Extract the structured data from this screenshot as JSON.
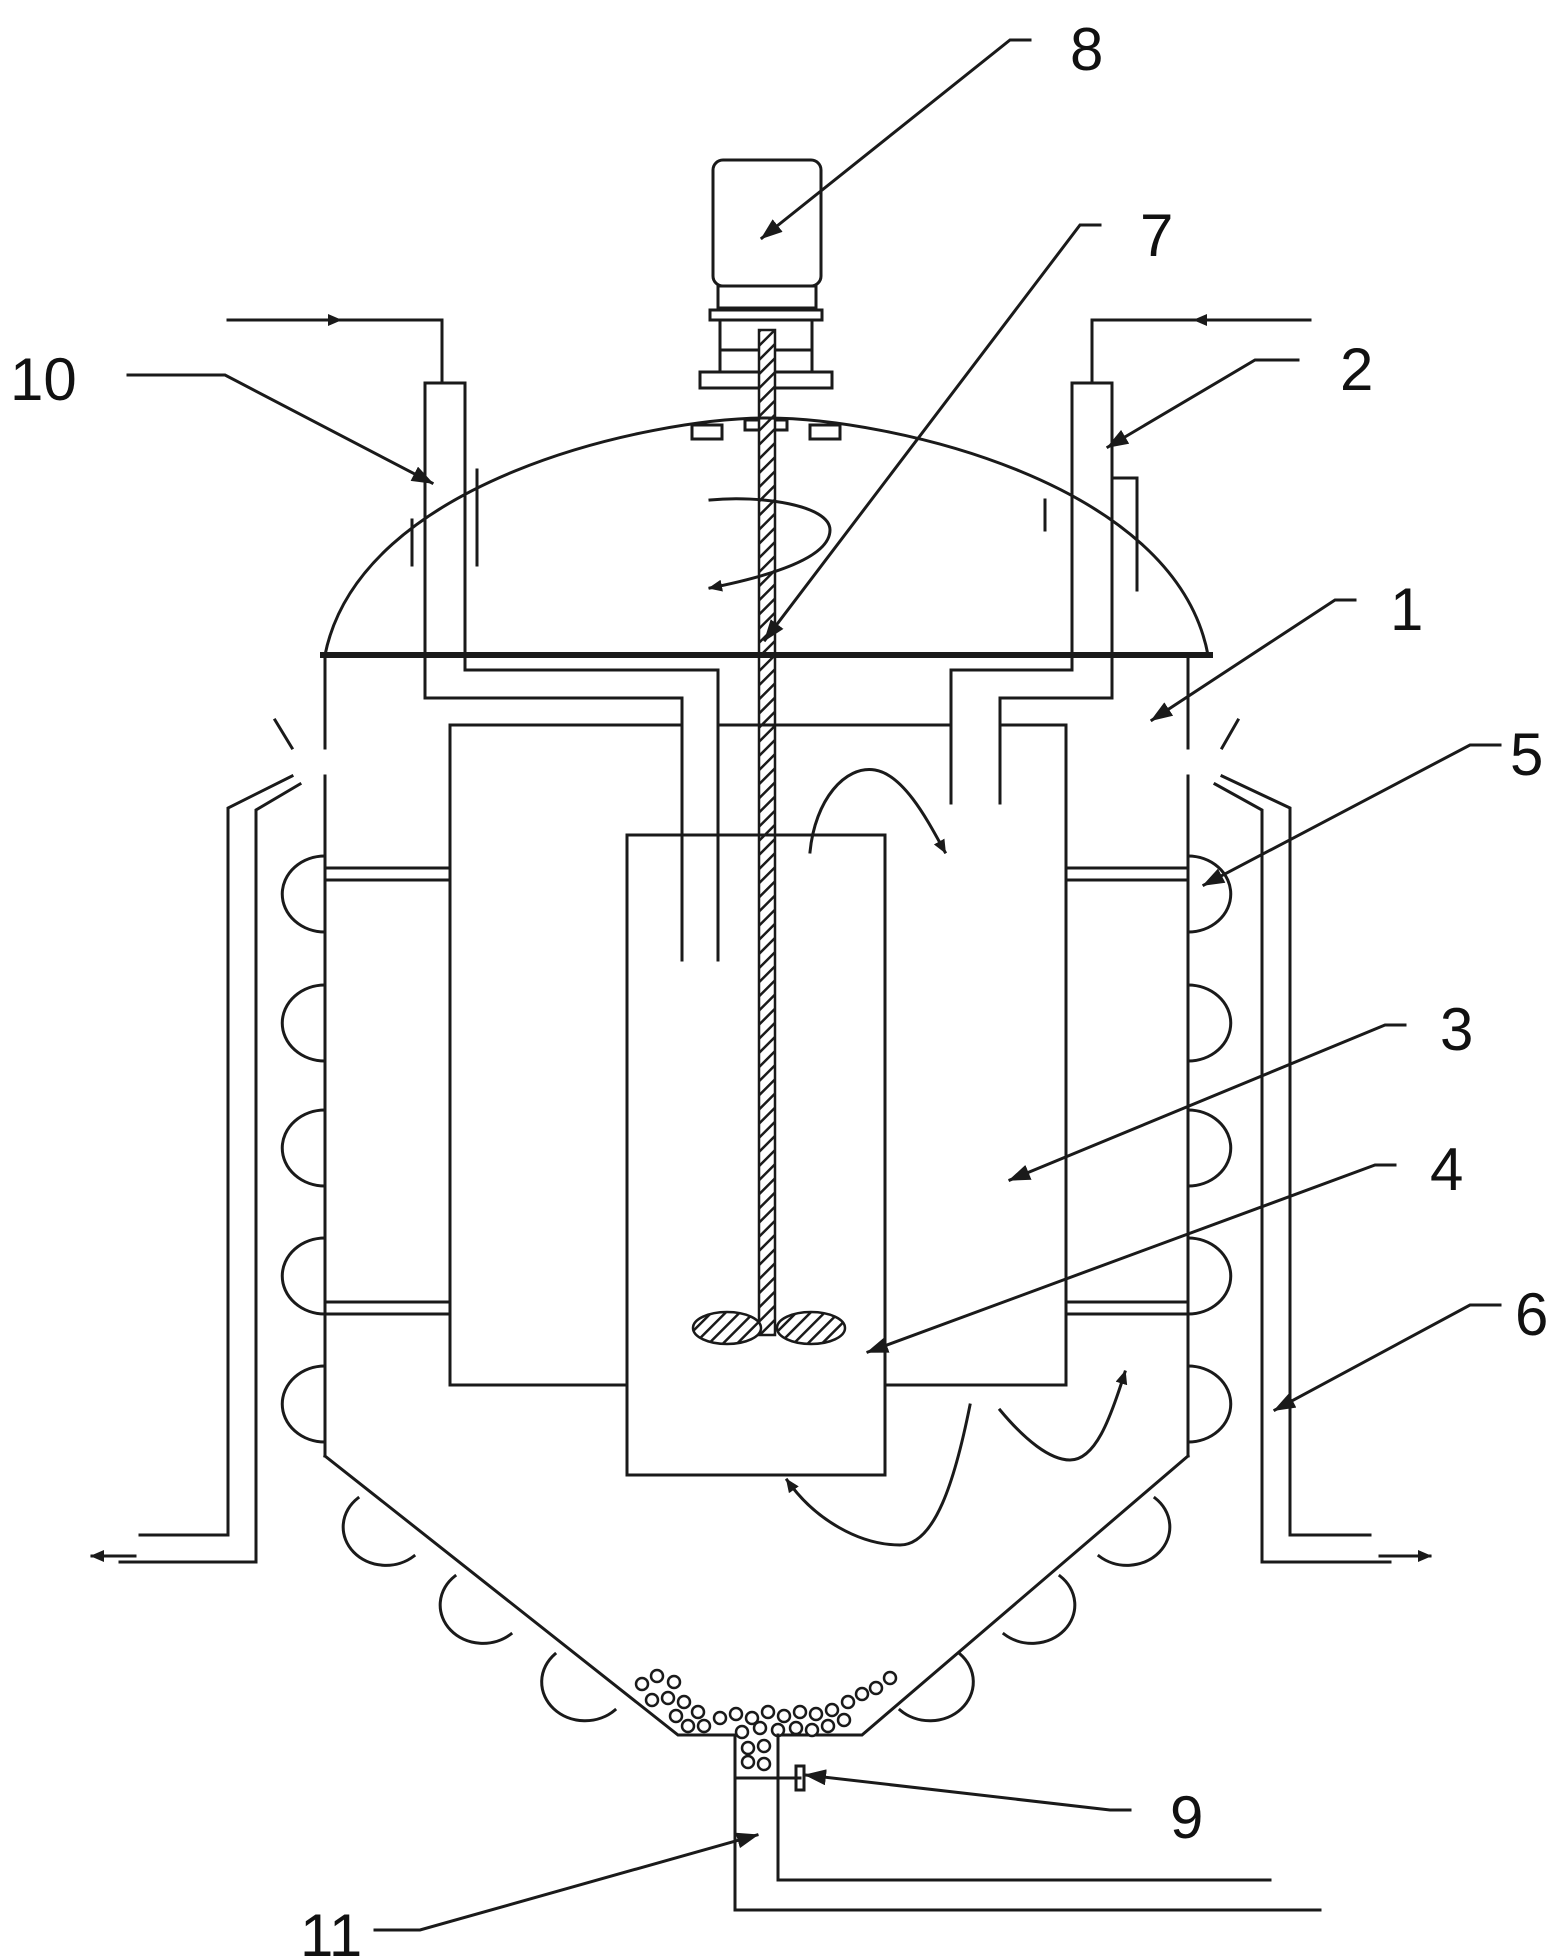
{
  "labels": {
    "l1": "1",
    "l2": "2",
    "l3": "3",
    "l4": "4",
    "l5": "5",
    "l6": "6",
    "l7": "7",
    "l8": "8",
    "l9": "9",
    "l10": "10",
    "l11": "11"
  },
  "colors": {
    "stroke": "#1a1a1a",
    "background": "#ffffff",
    "hatch": "#1a1a1a"
  }
}
